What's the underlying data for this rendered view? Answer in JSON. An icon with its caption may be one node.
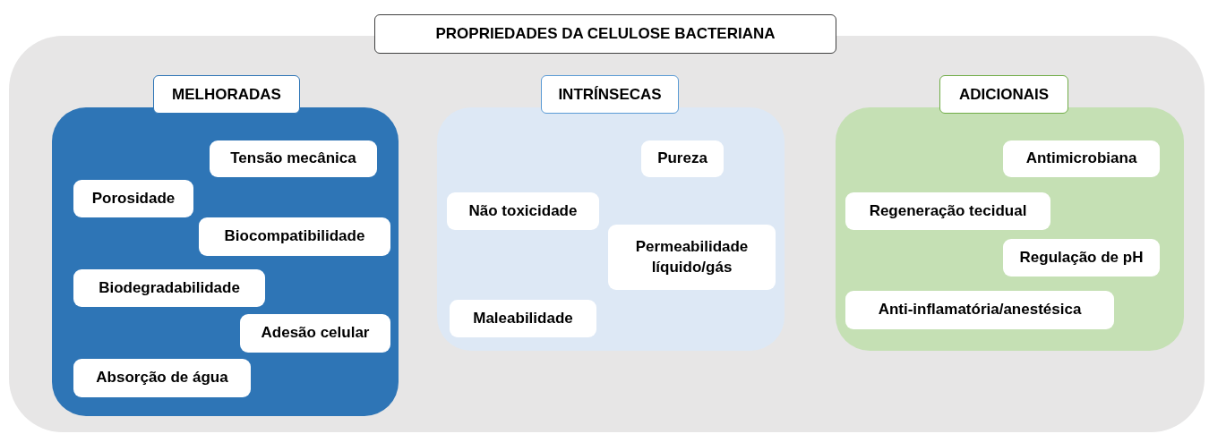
{
  "diagram": {
    "nodes": [
      {
        "text": [
          "PROPRIEDADES DA CELULOSE BACTERIANA"
        ]
      },
      {
        "text": [
          "MELHORADAS"
        ],
        "in": 0
      },
      {
        "text": [
          "INTRÍNSECAS"
        ],
        "in": 0
      },
      {
        "text": [
          "ADICIONAIS"
        ],
        "in": 0
      },
      {
        "text": [
          "Tensão mecânica"
        ],
        "in": 1
      },
      {
        "text": [
          "Porosidade"
        ],
        "in": 1
      },
      {
        "text": [
          "Biocompatibilidade"
        ],
        "in": 1
      },
      {
        "text": [
          "Biodegradabilidade"
        ],
        "in": 1
      },
      {
        "text": [
          "Adesão celular"
        ],
        "in": 1
      },
      {
        "text": [
          "Absorção de água"
        ],
        "in": 1
      },
      {
        "text": [
          "Pureza"
        ],
        "in": 2
      },
      {
        "text": [
          "Não toxicidade"
        ],
        "in": 2
      },
      {
        "text": [
          "Permeabilidade líquido/gás"
        ],
        "in": 2
      },
      {
        "text": [
          "Maleabilidade"
        ],
        "in": 2
      },
      {
        "text": [
          "Antimicrobiana"
        ],
        "in": 3
      },
      {
        "text": [
          "Regeneração tecidual"
        ],
        "in": 3
      },
      {
        "text": [
          "Regulação de pH"
        ],
        "in": 3
      },
      {
        "text": [
          "Anti-inflamatória/anestésica"
        ],
        "in": 3
      }
    ],
    "edges": []
  }
}
